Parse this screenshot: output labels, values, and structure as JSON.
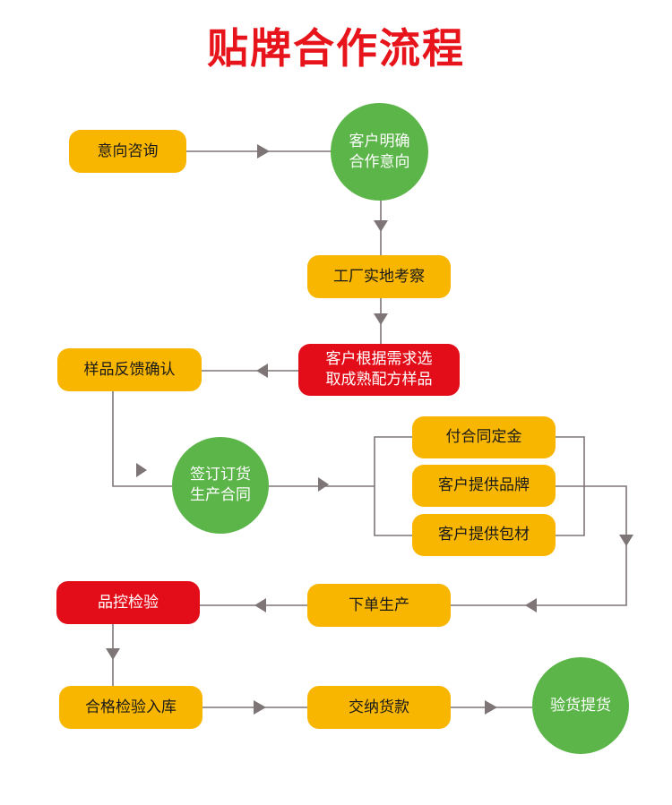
{
  "title": "贴牌合作流程",
  "colors": {
    "yellow": "#f9b600",
    "red": "#e20d18",
    "green": "#5bb548",
    "line": "#7e7576",
    "title": "#e8141b"
  },
  "steps": {
    "inquiry": "意向咨询",
    "clarify_intent": "客户明确\n合作意向",
    "factory_visit": "工厂实地考察",
    "select_formula": "客户根据需求选\n取成熟配方样品",
    "sample_feedback": "样品反馈确认",
    "sign_contract": "签订订货\n生产合同",
    "pay_deposit": "付合同定金",
    "provide_brand": "客户提供品牌",
    "provide_packaging": "客户提供包材",
    "production": "下单生产",
    "qc_inspection": "品控检验",
    "warehousing": "合格检验入库",
    "payment": "交纳货款",
    "pickup": "验货提货"
  }
}
